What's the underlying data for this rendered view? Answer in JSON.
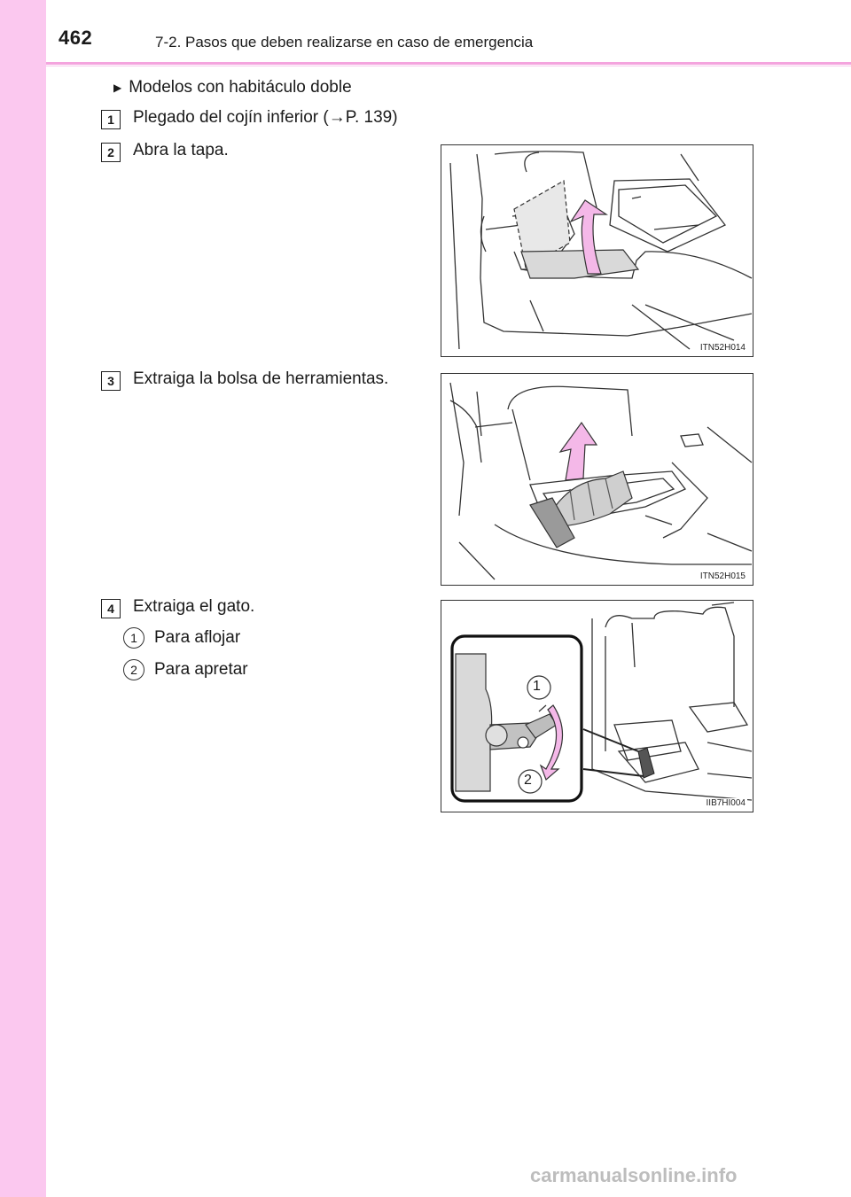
{
  "header": {
    "page_number": "462",
    "section_title": "7-2. Pasos que deben realizarse en caso de emergencia"
  },
  "subheading": {
    "marker_icon": "triangle-right-icon",
    "text": "Modelos con habitáculo doble"
  },
  "steps": [
    {
      "number": "1",
      "text": "Plegado del cojín inferior (→P. 139)"
    },
    {
      "number": "2",
      "text": "Abra la tapa."
    },
    {
      "number": "3",
      "text": "Extraiga la bolsa de herramientas."
    },
    {
      "number": "4",
      "text": "Extraiga el gato."
    }
  ],
  "step4_items": [
    {
      "number": "1",
      "text": "Para aflojar"
    },
    {
      "number": "2",
      "text": "Para apretar"
    }
  ],
  "figures": [
    {
      "code": "ITN52H014"
    },
    {
      "code": "ITN52H015"
    },
    {
      "code": "IIB7HI004",
      "callouts": [
        "1",
        "2"
      ]
    }
  ],
  "watermark": "carmanualsonline.info",
  "colors": {
    "accent_band": "#fbc8ef",
    "rule": "#f4a4de",
    "arrow": "#f4b8e8"
  }
}
